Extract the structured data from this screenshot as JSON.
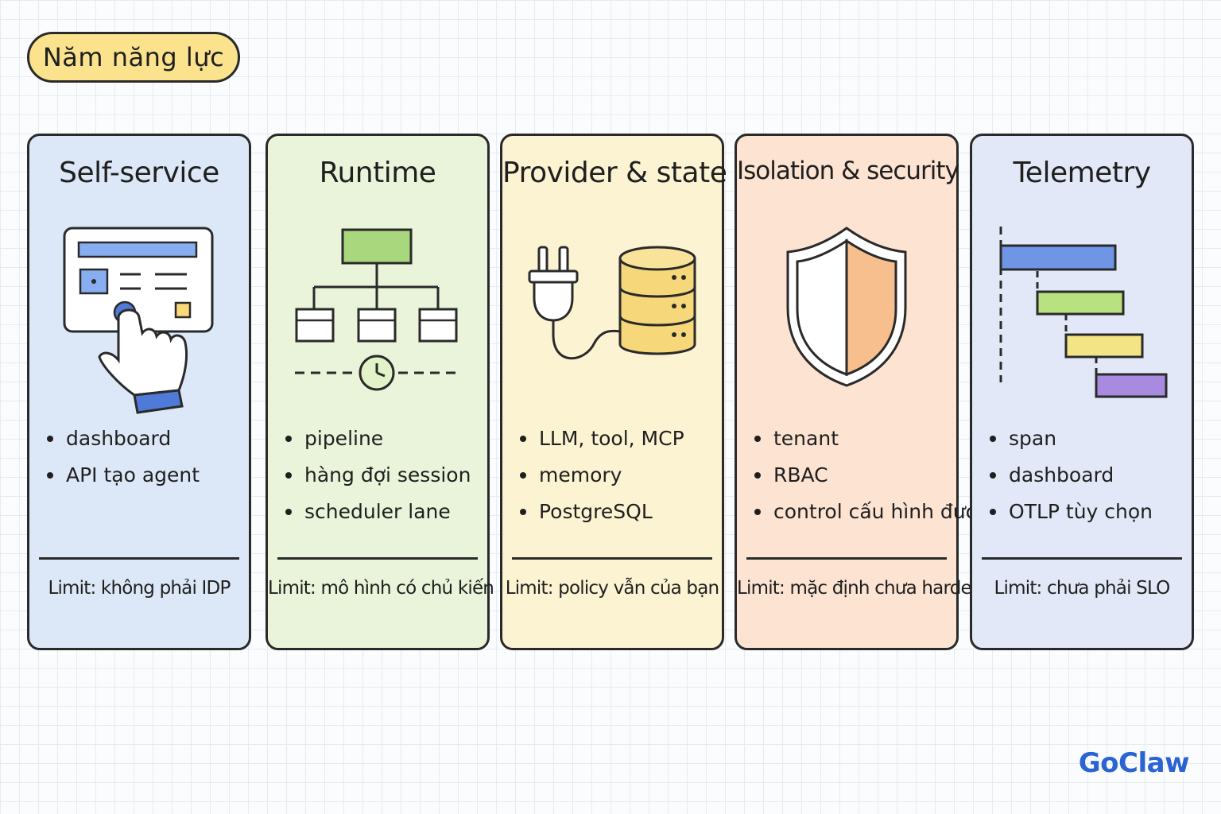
{
  "title": "Năm năng lực",
  "brand": "GoClaw",
  "cards": [
    {
      "title": "Self-service",
      "bullets": [
        "dashboard",
        "API tạo agent"
      ],
      "limit": "Limit: không phải IDP",
      "bg": "#dce8f7",
      "illustration": "dashboard-click-icon"
    },
    {
      "title": "Runtime",
      "bullets": [
        "pipeline",
        "hàng đợi session",
        "scheduler lane"
      ],
      "limit": "Limit: mô hình có chủ kiến",
      "bg": "#e9f4da",
      "illustration": "pipeline-tree-icon"
    },
    {
      "title": "Provider & state",
      "bullets": [
        "LLM, tool, MCP",
        "memory",
        "PostgreSQL"
      ],
      "limit": "Limit: policy vẫn của bạn",
      "bg": "#fcf3d2",
      "illustration": "plug-database-icon"
    },
    {
      "title": "Isolation & security",
      "bullets": [
        "tenant",
        "RBAC",
        "control cấu hình được"
      ],
      "limit": "Limit: mặc định chưa harden",
      "bg": "#fce3d2",
      "illustration": "shield-icon"
    },
    {
      "title": "Telemetry",
      "bullets": [
        "span",
        "dashboard",
        "OTLP tùy chọn"
      ],
      "limit": "Limit: chưa phải SLO",
      "bg": "#e2e8f7",
      "illustration": "trace-timeline-icon"
    }
  ]
}
